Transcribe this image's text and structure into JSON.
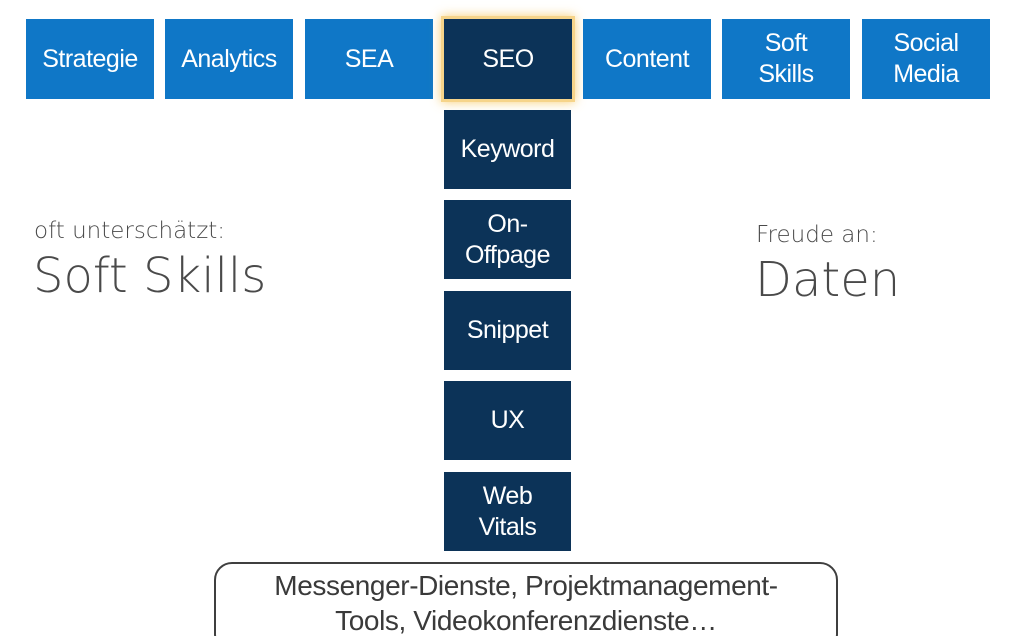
{
  "top_tabs": [
    {
      "lines": [
        "Strategie"
      ]
    },
    {
      "lines": [
        "Analytics"
      ]
    },
    {
      "lines": [
        "SEA"
      ]
    },
    {
      "lines": [
        "SEO"
      ]
    },
    {
      "lines": [
        "Content"
      ]
    },
    {
      "lines": [
        "Soft",
        "Skills"
      ]
    },
    {
      "lines": [
        "Social",
        "Media"
      ]
    }
  ],
  "seo_items": [
    {
      "lines": [
        "Keyword"
      ]
    },
    {
      "lines": [
        "On-",
        "Offpage"
      ]
    },
    {
      "lines": [
        "Snippet"
      ]
    },
    {
      "lines": [
        "UX"
      ]
    },
    {
      "lines": [
        "Web",
        "Vitals"
      ]
    }
  ],
  "left_note": {
    "small": "oft unterschätzt:",
    "big": "Soft Skills"
  },
  "right_note": {
    "small": "Freude an:",
    "big": "Daten"
  },
  "bottom": {
    "lines": [
      "Messenger-Dienste, Projektmanagement-",
      "Tools, Videokonferenzdienste…"
    ]
  },
  "colors": {
    "tab_blue": "#0f77c7",
    "navy": "#0c3358",
    "highlight_glow": "#f6d48a",
    "text_gray": "#4a4a4a"
  }
}
